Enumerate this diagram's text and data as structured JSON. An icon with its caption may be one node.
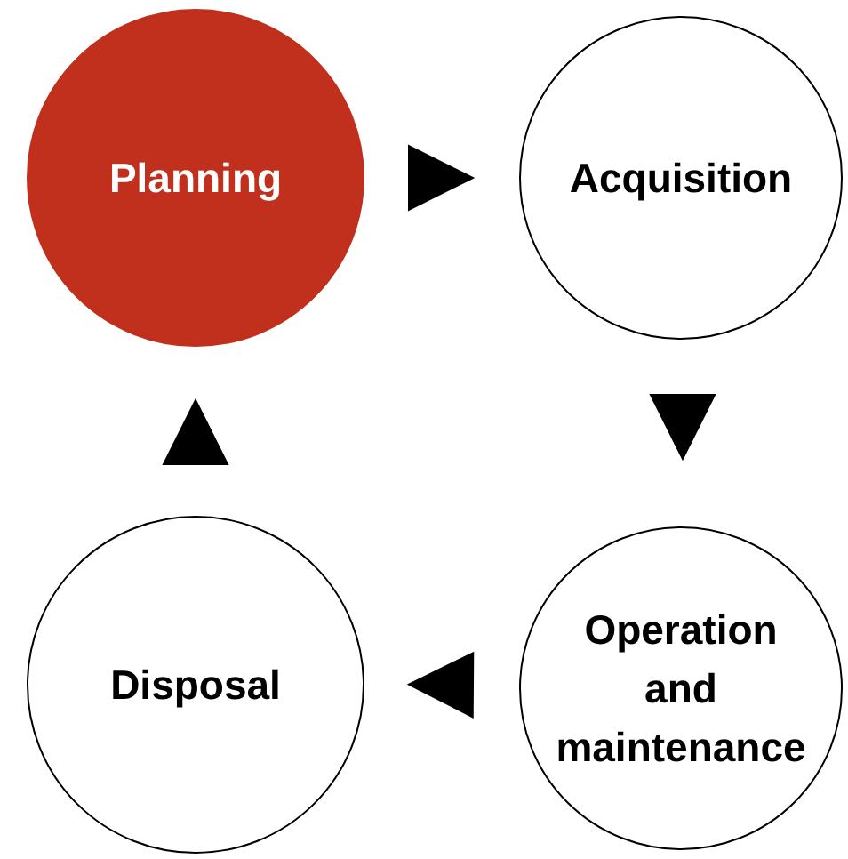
{
  "diagram": {
    "nodes": [
      {
        "text": [
          "Planning"
        ]
      },
      {
        "text": [
          "Acquisition"
        ]
      },
      {
        "text": [
          "Operation and maintenance"
        ]
      },
      {
        "text": [
          "Disposal"
        ]
      }
    ],
    "edges": [
      {
        "from": 0,
        "to": 1,
        "arrow": "to"
      },
      {
        "from": 1,
        "to": 2,
        "arrow": "to"
      },
      {
        "from": 2,
        "to": 3,
        "arrow": "to"
      },
      {
        "from": 3,
        "to": 0,
        "arrow": "to"
      }
    ]
  }
}
